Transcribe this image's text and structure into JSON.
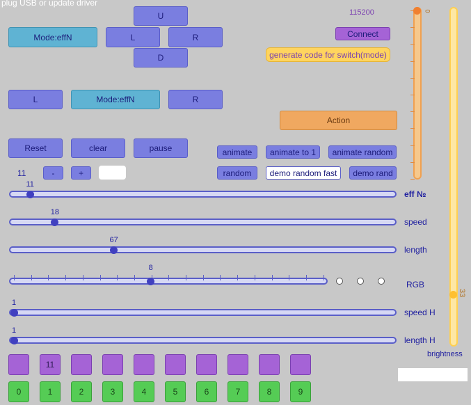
{
  "status_text": "plug USB or update driver",
  "baud": "115200",
  "buttons": {
    "connect": "Connect",
    "generate": "generate code for switch(mode)",
    "mode_top": "Mode:effN",
    "mode_mid": "Mode:effN",
    "dpad_up": "U",
    "dpad_left": "L",
    "dpad_right": "R",
    "dpad_down": "D",
    "left": "L",
    "right": "R",
    "action": "Action",
    "reset": "Reset",
    "clear": "clear",
    "pause": "pause",
    "animate": "animate",
    "animate_to_1": "animate to 1",
    "animate_random": "animate random",
    "random": "random",
    "demo_random_fast": "demo random fast",
    "demo_rand": "demo rand",
    "minus": "-",
    "plus": "+"
  },
  "counter_value": "11",
  "sliders": {
    "eff": {
      "label": "eff №",
      "value": "11",
      "fraction": 0.043
    },
    "speed": {
      "label": "speed",
      "value": "18",
      "fraction": 0.109
    },
    "length": {
      "label": "length",
      "value": "67",
      "fraction": 0.266
    },
    "rgb": {
      "label": "RGB",
      "value": "8",
      "fraction": 0.444
    },
    "speed_h": {
      "label": "speed H",
      "value": "1",
      "fraction": 0.0
    },
    "length_h": {
      "label": "length H",
      "value": "1",
      "fraction": 0.0
    }
  },
  "brightness": {
    "label": "brightness",
    "value": "33",
    "fraction": 0.14
  },
  "vertical_slider_top_value": "0",
  "purple_squares": [
    "",
    "11",
    "",
    "",
    "",
    "",
    "",
    "",
    "",
    ""
  ],
  "green_squares": [
    "0",
    "1",
    "2",
    "3",
    "4",
    "5",
    "6",
    "7",
    "8",
    "9"
  ]
}
